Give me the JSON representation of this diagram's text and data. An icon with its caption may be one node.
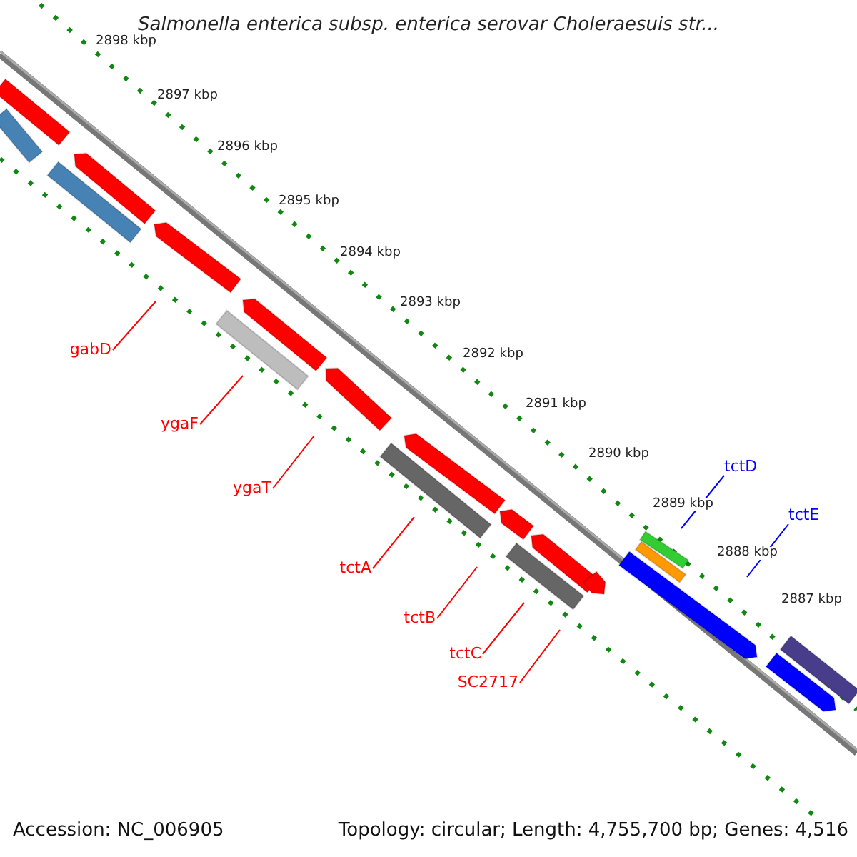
{
  "diagram": {
    "title": "Salmonella enterica subsp. enterica serovar Choleraesuis str...",
    "nodes": [
      {
        "text": [
          "gabD"
        ]
      },
      {
        "text": [
          "ygaF"
        ]
      },
      {
        "text": [
          "ygaT"
        ]
      },
      {
        "text": [
          "tctA"
        ]
      },
      {
        "text": [
          "tctB"
        ]
      },
      {
        "text": [
          "tctC"
        ]
      },
      {
        "text": [
          "SC2717"
        ]
      },
      {
        "text": [
          "tctD"
        ]
      },
      {
        "text": [
          "tctE"
        ]
      }
    ],
    "edges": [
      {
        "from": 0,
        "to": null,
        "arrow": "none"
      },
      {
        "from": 1,
        "to": null,
        "arrow": "none"
      },
      {
        "from": 2,
        "to": null,
        "arrow": "none"
      },
      {
        "from": 3,
        "to": null,
        "arrow": "none"
      },
      {
        "from": 4,
        "to": null,
        "arrow": "none"
      },
      {
        "from": 5,
        "to": null,
        "arrow": "none"
      },
      {
        "from": 6,
        "to": null,
        "arrow": "none"
      },
      {
        "from": 7,
        "to": null,
        "arrow": "none",
        "color": "#0000ff"
      },
      {
        "from": 8,
        "to": null,
        "arrow": "none",
        "color": "#0000ff"
      }
    ],
    "labels": [
      "2898 kbp",
      "2897 kbp",
      "2896 kbp",
      "2895 kbp",
      "2894 kbp",
      "2893 kbp",
      "2892 kbp",
      "2891 kbp",
      "2890 kbp",
      "2889 kbp",
      "2888 kbp",
      "2887 kbp",
      "Accession: NC_006905",
      "Topology: circular; Length: 4,755,700 bp; Genes: 4,516"
    ]
  }
}
